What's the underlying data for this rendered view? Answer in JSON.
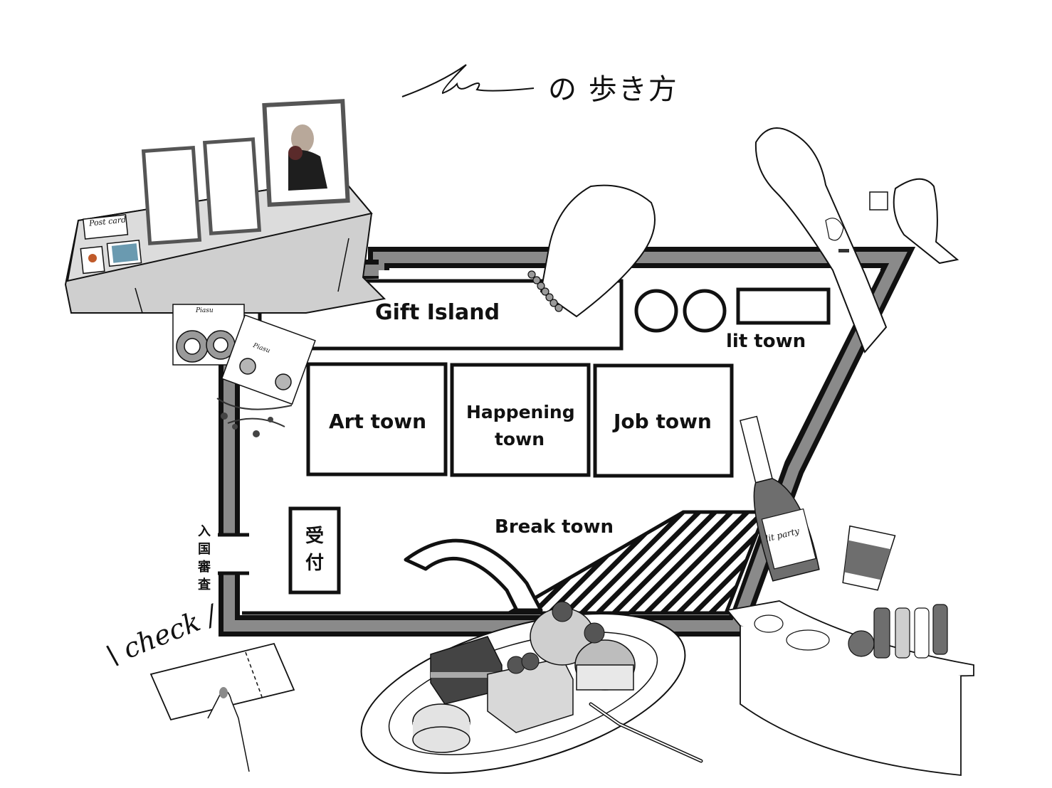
{
  "title": {
    "signature": "lit",
    "text": "の 歩き方"
  },
  "zones": {
    "gift_island": "Gift Island",
    "lit_town": "lit town",
    "art_town": "Art town",
    "happening_town": [
      "Happening",
      "town"
    ],
    "job_town": "Job town",
    "break_town": "Break town",
    "reception": [
      "受",
      "付"
    ],
    "immigration": [
      "入",
      "国",
      "審",
      "査"
    ]
  },
  "illustrations": {
    "post_card_sign": "Post card",
    "earring_cards": [
      "Piasu",
      "Piasu"
    ],
    "check_note": "\\ check /",
    "bottle_label": "lit party"
  },
  "colors": {
    "road_gray": "#8a8a8a",
    "table_gray": "#cfcfcf",
    "line": "#111111",
    "background": "#ffffff"
  }
}
